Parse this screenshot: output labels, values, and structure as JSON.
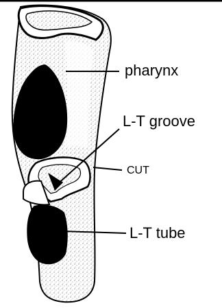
{
  "diagram": {
    "labels": {
      "pharynx": "pharynx",
      "groove": "L-T groove",
      "cut": "CUT",
      "tube": "L-T tube"
    },
    "colors": {
      "ink": "#000000",
      "stipple": "#9a9a9a",
      "paper": "#ffffff"
    }
  }
}
